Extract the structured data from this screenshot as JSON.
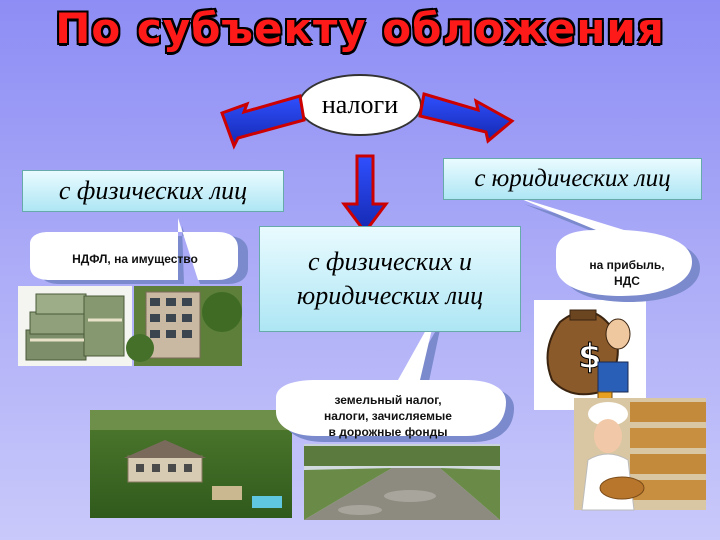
{
  "title": "По субъекту обложения",
  "center": {
    "label": "налоги"
  },
  "boxes": {
    "individuals": "с физических лиц",
    "legal_entities": "с юридических лиц",
    "both_line1": "с физических и",
    "both_line2": "юридических лиц"
  },
  "callouts": {
    "individuals": "НДФЛ, на имущество",
    "legal_line1": "на прибыль,",
    "legal_line2": "НДС",
    "both_line1": "земельный налог,",
    "both_line2": "налоги, зачисляемые",
    "both_line3": "в дорожные фонды"
  },
  "colors": {
    "title": "#ff1a1a",
    "arrow_fill": "#2040d8",
    "arrow_edge": "#cc0000",
    "background": "#a9a9f7"
  }
}
